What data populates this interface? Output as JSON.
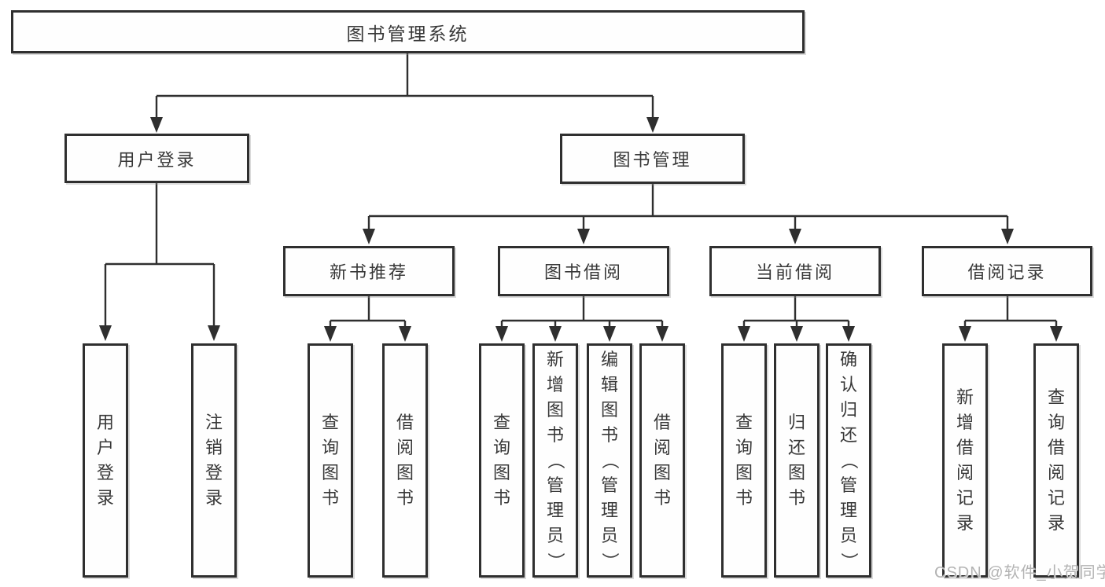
{
  "diagram": {
    "root": {
      "label": "图书管理系统"
    },
    "level2": {
      "user_login": {
        "label": "用户登录"
      },
      "book_management": {
        "label": "图书管理"
      }
    },
    "level3": {
      "new_book_recommend": {
        "label": "新书推荐"
      },
      "book_borrowing": {
        "label": "图书借阅"
      },
      "current_borrowing": {
        "label": "当前借阅"
      },
      "borrowing_records": {
        "label": "借阅记录"
      }
    },
    "leaves": {
      "user_login": [
        "用户登录",
        "注销登录"
      ],
      "new_book_recommend": [
        "查询图书",
        "借阅图书"
      ],
      "book_borrowing": [
        "查询图书",
        "新增图书（管理员）",
        "编辑图书（管理员）",
        "借阅图书"
      ],
      "current_borrowing": [
        "查询图书",
        "归还图书",
        "确认归还（管理员）"
      ],
      "borrowing_records": [
        "新增借阅记录",
        "查询借阅记录"
      ]
    }
  },
  "watermark": {
    "text": "CSDN @软件_小贺同学"
  },
  "colors": {
    "line": "#2f2f2f",
    "box_border": "#2f2f2f",
    "text": "#383838",
    "background": "#ffffff",
    "watermark": "#b3b3b3"
  }
}
